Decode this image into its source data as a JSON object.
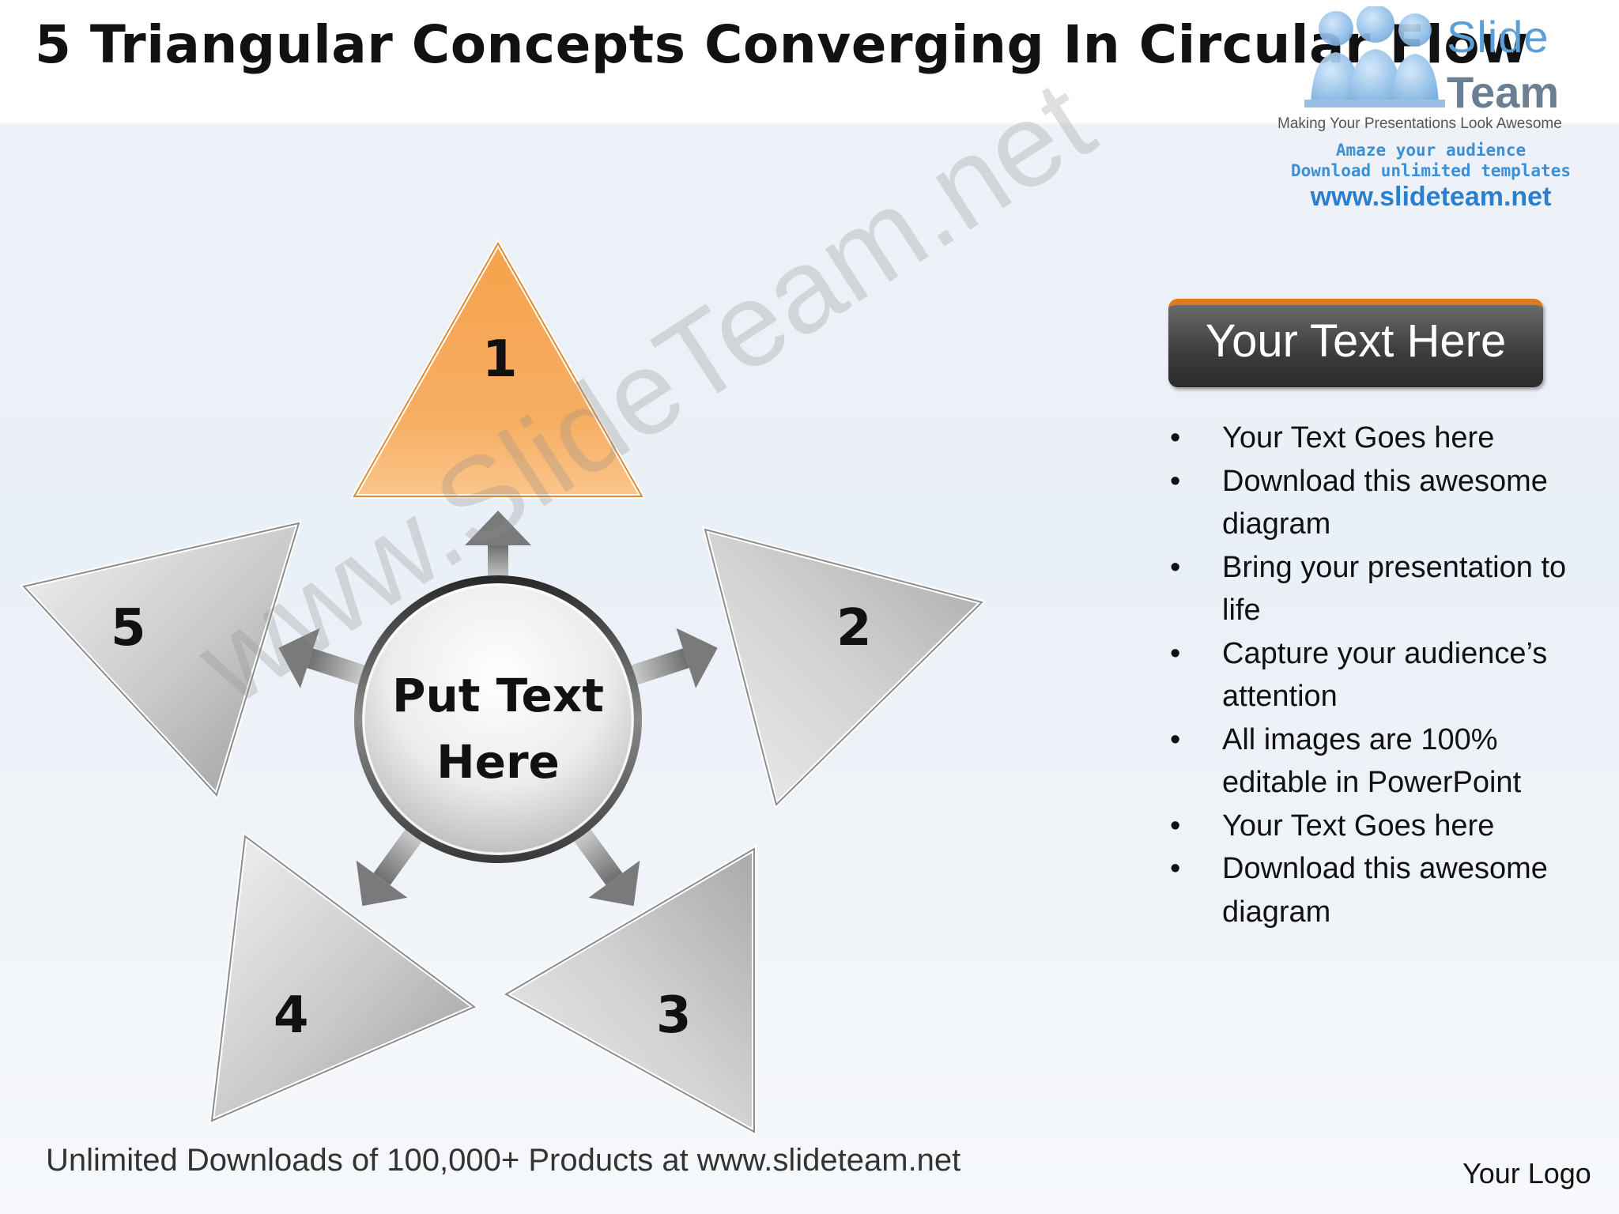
{
  "slide": {
    "title": "5 Triangular Concepts Converging In Circular Flow"
  },
  "brand": {
    "name_top": "Slide",
    "name_bottom": "Team",
    "tagline": "Making Your Presentations Look Awesome",
    "line1": "Amaze your audience",
    "line2": "Download unlimited templates",
    "url": "www.slideteam.net"
  },
  "watermark": "www.SlideTeam.net",
  "diagram": {
    "center_label_line1": "Put Text",
    "center_label_line2": "Here",
    "triangles": [
      {
        "label": "1",
        "color": "#f6a955"
      },
      {
        "label": "2",
        "color": "#cfcfcf"
      },
      {
        "label": "3",
        "color": "#cfcfcf"
      },
      {
        "label": "4",
        "color": "#cfcfcf"
      },
      {
        "label": "5",
        "color": "#cfcfcf"
      }
    ]
  },
  "panel": {
    "header": "Your Text Here",
    "bullet_symbol": "•",
    "bullets": [
      "Your Text Goes here",
      "Download this awesome diagram",
      "Bring your presentation to life",
      "Capture your audience’s attention",
      "All images are 100% editable in PowerPoint",
      "Your Text Goes here",
      "Download this awesome diagram"
    ]
  },
  "footer": "Unlimited Downloads of 100,000+ Products at www.slideteam.net",
  "logo": "Your Logo"
}
